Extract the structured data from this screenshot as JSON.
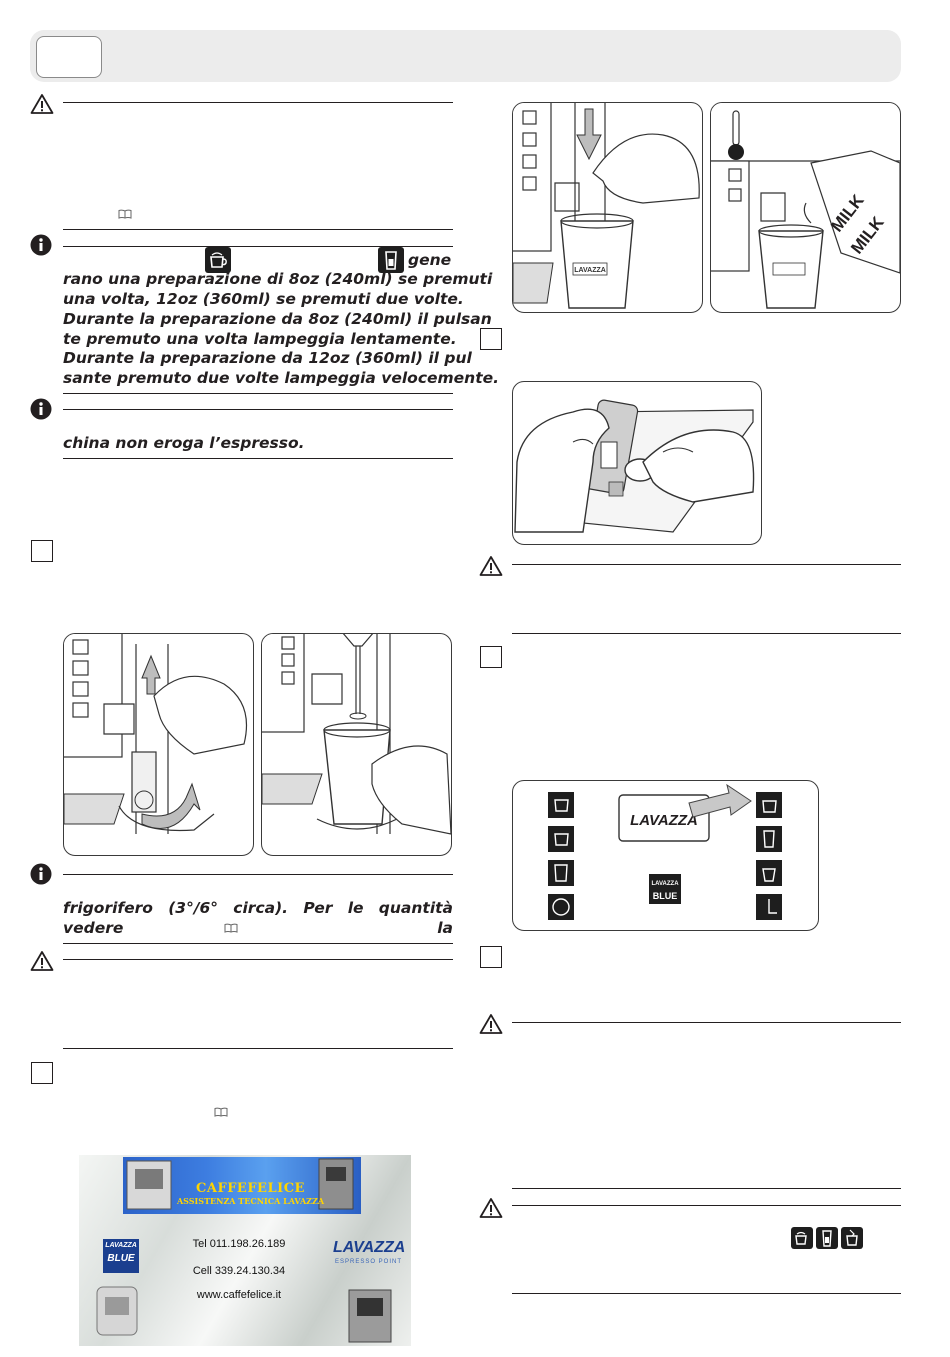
{
  "text": {
    "info1_line1_suffix": "gene",
    "info1_line2": "rano una preparazione di 8oz (240ml) se premuti",
    "info1_line3": "una volta, 12oz (360ml) se premuti due volte.",
    "info1_line4": "Durante la preparazione da 8oz (240ml) il pulsan",
    "info1_line5": "te premuto una volta lampeggia lentamente.",
    "info1_line6": "Durante la preparazione da 12oz (360ml) il pul",
    "info1_line7": "sante premuto due volte lampeggia velocemente.",
    "info2_line2": "china non eroga l’espresso.",
    "info3_line2": "frigorifero (3°/6° circa). Per le quantità vedere la"
  },
  "illustrations": {
    "milk_label": "MILK",
    "cup_brand": "LAVAZZA",
    "panel_logo": "LAVAZZA",
    "panel_logo_small": "LAVAZZA",
    "panel_logo_blue": "BLUE"
  },
  "card": {
    "brand": "CAFFEFELICE",
    "subtitle": "ASSISTENZA TECNICA LAVAZZA",
    "tel": "Tel 011.198.26.189",
    "cell": "Cell 339.24.130.34",
    "web": "www.caffefelice.it",
    "logo_left_top": "LAVAZZA",
    "logo_left_bottom": "BLUE",
    "logo_right": "LAVAZZA",
    "logo_right_sub": "ESPRESSO POINT"
  },
  "colors": {
    "ink": "#231f20",
    "header_bg": "#ececec",
    "card_banner": "#2c63c9",
    "card_brand_text": "#ffd400",
    "lavazza_blue": "#1b3f8f"
  },
  "icons": {
    "warning": "warning-triangle-icon",
    "info": "info-circle-icon",
    "book": "book-icon"
  }
}
